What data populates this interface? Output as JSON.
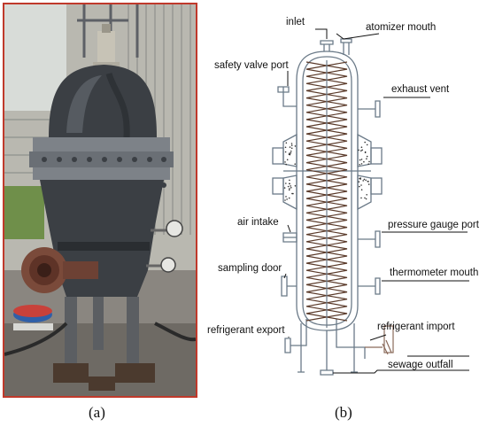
{
  "captions": {
    "a": "(a)",
    "b": "(b)"
  },
  "labels": {
    "inlet": "inlet",
    "atomizer_mouth": "atomizer mouth",
    "safety_valve_port": "safety valve port",
    "exhaust_vent": "exhaust vent",
    "air_intake": "air intake",
    "pressure_gauge_port": "pressure gauge port",
    "sampling_door": "sampling door",
    "thermometer_mouth": "thermometer mouth",
    "refrigerant_export": "refrigerant export",
    "refrigerant_import": "refrigerant import",
    "sewage_outfall": "sewage outfall"
  },
  "colors": {
    "photo_border": "#c0392b",
    "vessel_body": "#3b3f44",
    "flange": "#7d8288",
    "wall_panel": "#a9aaa6",
    "coil": "#5a3a2a",
    "outline": "#6b7a88",
    "insulation_dots": "#333333"
  },
  "diagram_parts": {
    "coil": {
      "zigzag_segments": 36
    },
    "insulation_dots": 70
  }
}
